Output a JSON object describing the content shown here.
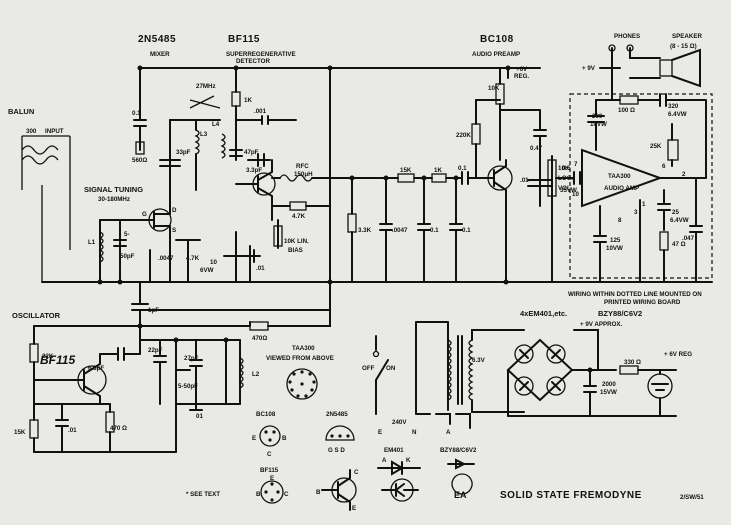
{
  "headers": {
    "t1_part": "2N5485",
    "t1_role": "MIXER",
    "t2_part": "BF115",
    "t2_role": "SUPERREGENERATIVE",
    "t2_role2": "DETECTOR",
    "t3_part": "BC108",
    "t3_role": "AUDIO PREAMP",
    "phones": "PHONES",
    "speaker": "SPEAKER",
    "speaker_imp": "(8 - 15 Ω)"
  },
  "labels": {
    "balun": "BALUN",
    "input300": "300",
    "input": "INPUT",
    "signal_tuning": "SIGNAL TUNING",
    "tuning_range": "30-180MHz",
    "mhz27": "27MHz",
    "oscillator": "OSCILLATOR",
    "osc_part": "BF115",
    "plus6v": "+6V",
    "reg": "REG.",
    "plus9v": "+ 9V",
    "pot_10k_lin": "10K LIN.",
    "bias": "BIAS",
    "log_vol": "LOG.",
    "vol": "VOL.",
    "taa300": "TAA300",
    "audio_amp": "AUDIO AMP",
    "wiring_note1": "WIRING WITHIN DOTTED LINE MOUNTED ON",
    "wiring_note2": "PRINTED WIRING BOARD",
    "em401": "4xEM401,etc.",
    "zener": "BZY88/C6V2",
    "plus9v_approx": "+ 9V APPROX.",
    "plus6v_reg": "+ 6V REG",
    "off": "OFF",
    "on": "ON",
    "v240": "240V",
    "v63": "6.3V",
    "e": "E",
    "n": "N",
    "a": "A",
    "taa300_view": "TAA300",
    "viewed_from_above": "VIEWED FROM ABOVE",
    "bc108_pin": "BC108",
    "n2n5485_pin": "2N5485",
    "bf115_pin": "BF115",
    "em401_sym": "EM401",
    "bzy_sym": "BZY88/C6V2",
    "see_text": "* SEE TEXT",
    "title": "SOLID STATE FREMODYNE",
    "ea": "EA",
    "code": "2/SW/51",
    "pin_e": "E",
    "pin_b": "B",
    "pin_c": "C",
    "pin_k": "K",
    "gsd": "G S D",
    "pin_g": "G",
    "pin_d": "D",
    "pin_s": "S"
  },
  "components": {
    "c01": "0.1",
    "r560": "560Ω",
    "c33p": "33pF",
    "l3": "L3",
    "l4": "L4",
    "l1": "L1",
    "r1k": "1K",
    "c001": ".001",
    "c47p": "47pF",
    "c33p2": "3.3pF",
    "rfc": "RFC",
    "rfc_val": "150μH",
    "r47k": "4.7K",
    "c10": "10",
    "c6vw": "6VW",
    "c01b": ".01",
    "c5": "5-",
    "c50p": "50pF",
    "c0047": ".0047",
    "r47k2": "4.7K",
    "r33k": "3.3K",
    "c0047b": ".0047",
    "r15k": "15K",
    "r1k2": "1K",
    "c01c": "0.1",
    "c01d": "0.1",
    "r10k": "10K",
    "r220k": "220K",
    "c047": "0.47",
    "c01e": "0.1",
    "c01f": ".01",
    "r10k2": "10K",
    "c05": "0.5",
    "c35vw": "35VW",
    "c200": "200",
    "c10vw": "10VW",
    "r100": "100 Ω",
    "c320": "320",
    "c64vw": "6.4VW",
    "r25k": "25K",
    "c25": "25",
    "c64vw2": "6.4VW",
    "r47": "47 Ω",
    "c047b": ".047",
    "c125": "125",
    "c10vw2": "10VW",
    "c1pf": "1pF",
    "r470": "470Ω",
    "r22k": "22K",
    "c68p": "6.8pF",
    "c22p": "22pF",
    "c27p": "27pF",
    "c550p": "5-50pF",
    "c01g": "01",
    "l2": "L2",
    "r15k2": "15K",
    "c01h": ".01",
    "r470b": "470 Ω",
    "r330": "330 Ω",
    "c2000": "2000",
    "c15vw": "15VW"
  },
  "taa_pins": {
    "p7": "7",
    "p10": "10",
    "p2": "2",
    "p6": "6",
    "p1": "1",
    "p3": "3",
    "p8": "8"
  }
}
